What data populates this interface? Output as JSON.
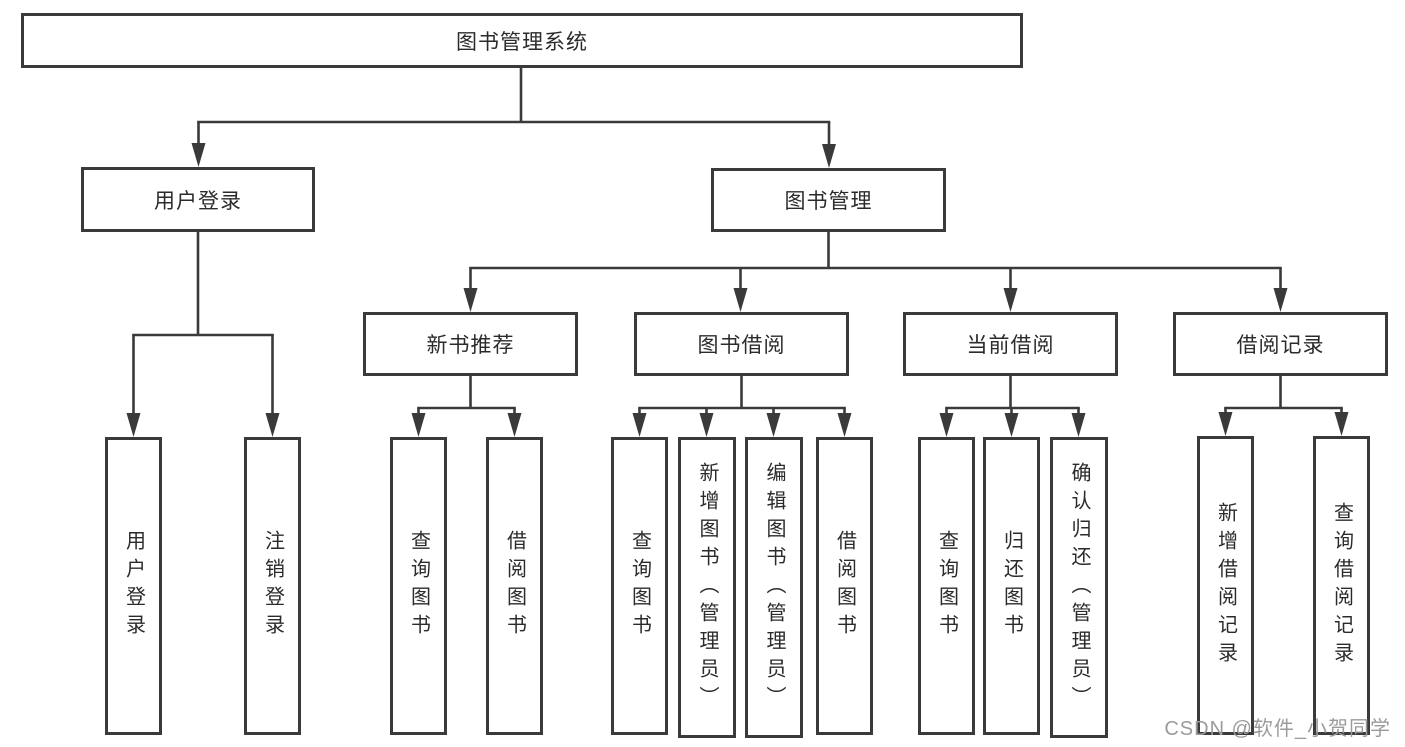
{
  "diagram": {
    "root": {
      "label": "图书管理系统"
    },
    "level2": [
      {
        "label": "用户登录"
      },
      {
        "label": "图书管理"
      }
    ],
    "level3": [
      {
        "label": "新书推荐"
      },
      {
        "label": "图书借阅"
      },
      {
        "label": "当前借阅"
      },
      {
        "label": "借阅记录"
      }
    ],
    "leaves": [
      {
        "label": "用户登录"
      },
      {
        "label": "注销登录"
      },
      {
        "label": "查询图书"
      },
      {
        "label": "借阅图书"
      },
      {
        "label": "查询图书"
      },
      {
        "label": "新增图书（管理员）"
      },
      {
        "label": "编辑图书（管理员）"
      },
      {
        "label": "借阅图书"
      },
      {
        "label": "查询图书"
      },
      {
        "label": "归还图书"
      },
      {
        "label": "确认归还（管理员）"
      },
      {
        "label": "新增借阅记录"
      },
      {
        "label": "查询借阅记录"
      }
    ]
  },
  "watermark": {
    "text": "CSDN @软件_小贺同学"
  },
  "colors": {
    "line": "#3a3a3a",
    "box_border": "#3a3a3a",
    "box_bg": "#ffffff",
    "text": "#2b2b2b",
    "watermark": "#9b9b9b"
  }
}
